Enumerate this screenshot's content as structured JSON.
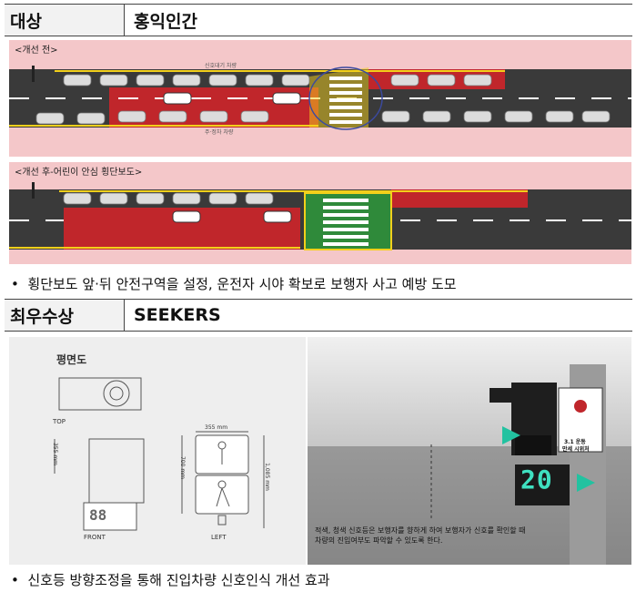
{
  "section1": {
    "label": "대상",
    "team": "홍익인간",
    "panel_before_caption": "<개선 전>",
    "panel_after_caption": "<개선 후-어린이 안심 횡단보도>",
    "road_text_top": "신호대기 차량",
    "road_text_bottom": "주·정차 차량",
    "bullet": "횡단보도 앞·뒤 안전구역을 설정, 운전자 시야 확보로 보행자 사고 예방 도모"
  },
  "section2": {
    "label": "최우수상",
    "team": "SEEKERS",
    "drawing_title": "평면도",
    "view_top": "TOP",
    "view_front": "FRONT",
    "view_left": "LEFT",
    "dim_width": "355 mm",
    "dim_height": "700 mm",
    "dim_total": "1,085 mm",
    "dim_small": "355 mm",
    "countdown_digit": "88",
    "photo_counter": "20",
    "photo_sign_line1": "3.1 운동",
    "photo_sign_line2": "만세 시위처",
    "photo_caption": "적색, 청색 신호등은 보행자를 향하게 하여 보행자가 신호를 확인할 때 차량의 진입여부도 파악할 수 있도록 한다.",
    "bullet": "신호등 방향조정을 통해 진입차량 신호인식 개선 효과"
  },
  "colors": {
    "road": "#3a3a3a",
    "sidewalk_pink": "#f4c7c9",
    "zone_red": "#c0262b",
    "crosswalk_green": "#2f8a3a",
    "yellow": "#f3d01b"
  }
}
